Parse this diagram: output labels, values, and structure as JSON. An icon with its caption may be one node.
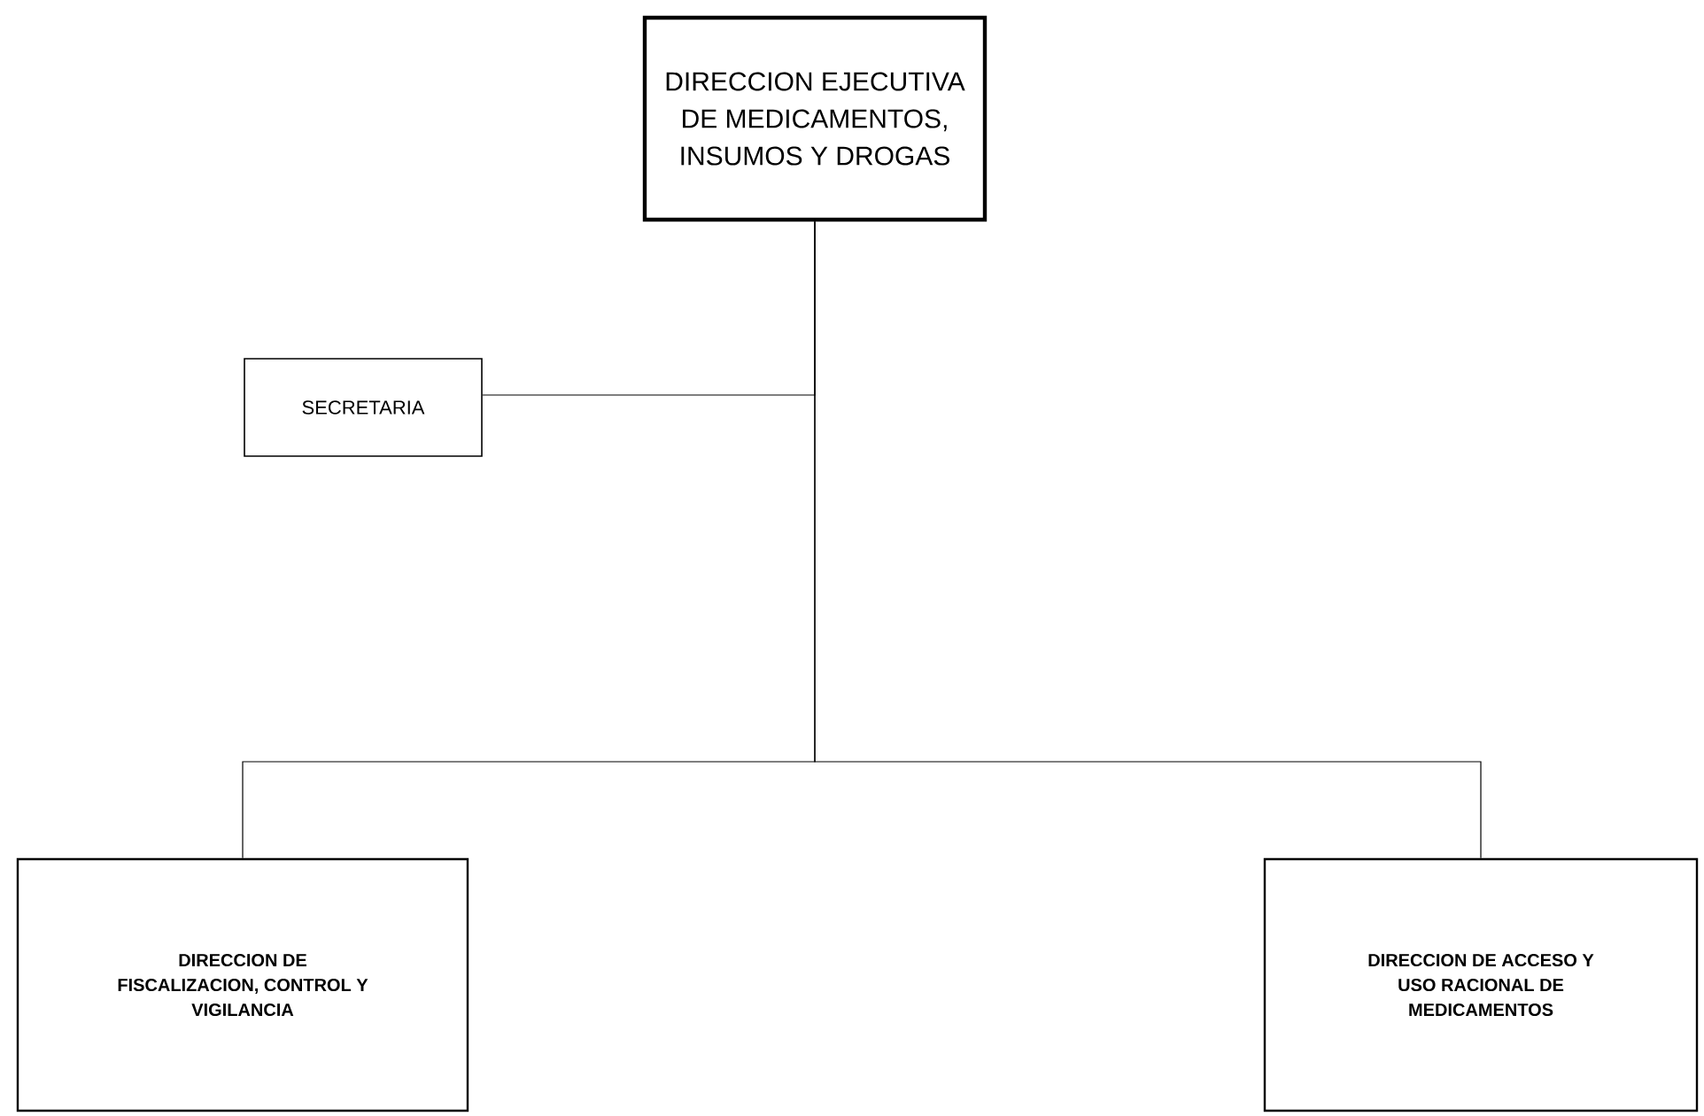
{
  "diagram": {
    "nodes": [
      {
        "text": [
          "DIRECCION EJECUTIVA DE MEDICAMENTOS, INSUMOS Y DROGAS"
        ]
      },
      {
        "text": [
          "SECRETARIA"
        ]
      },
      {
        "text": [
          "DIRECCION DE FISCALIZACION, CONTROL Y VIGILANCIA"
        ]
      },
      {
        "text": [
          "DIRECCION DE ACCESO Y USO RACIONAL DE MEDICAMENTOS"
        ]
      }
    ],
    "edges": [
      {
        "from": 0,
        "to": 1,
        "arrow": "none"
      },
      {
        "from": 0,
        "to": 2,
        "arrow": "none"
      },
      {
        "from": 0,
        "to": 3,
        "arrow": "none"
      }
    ]
  }
}
